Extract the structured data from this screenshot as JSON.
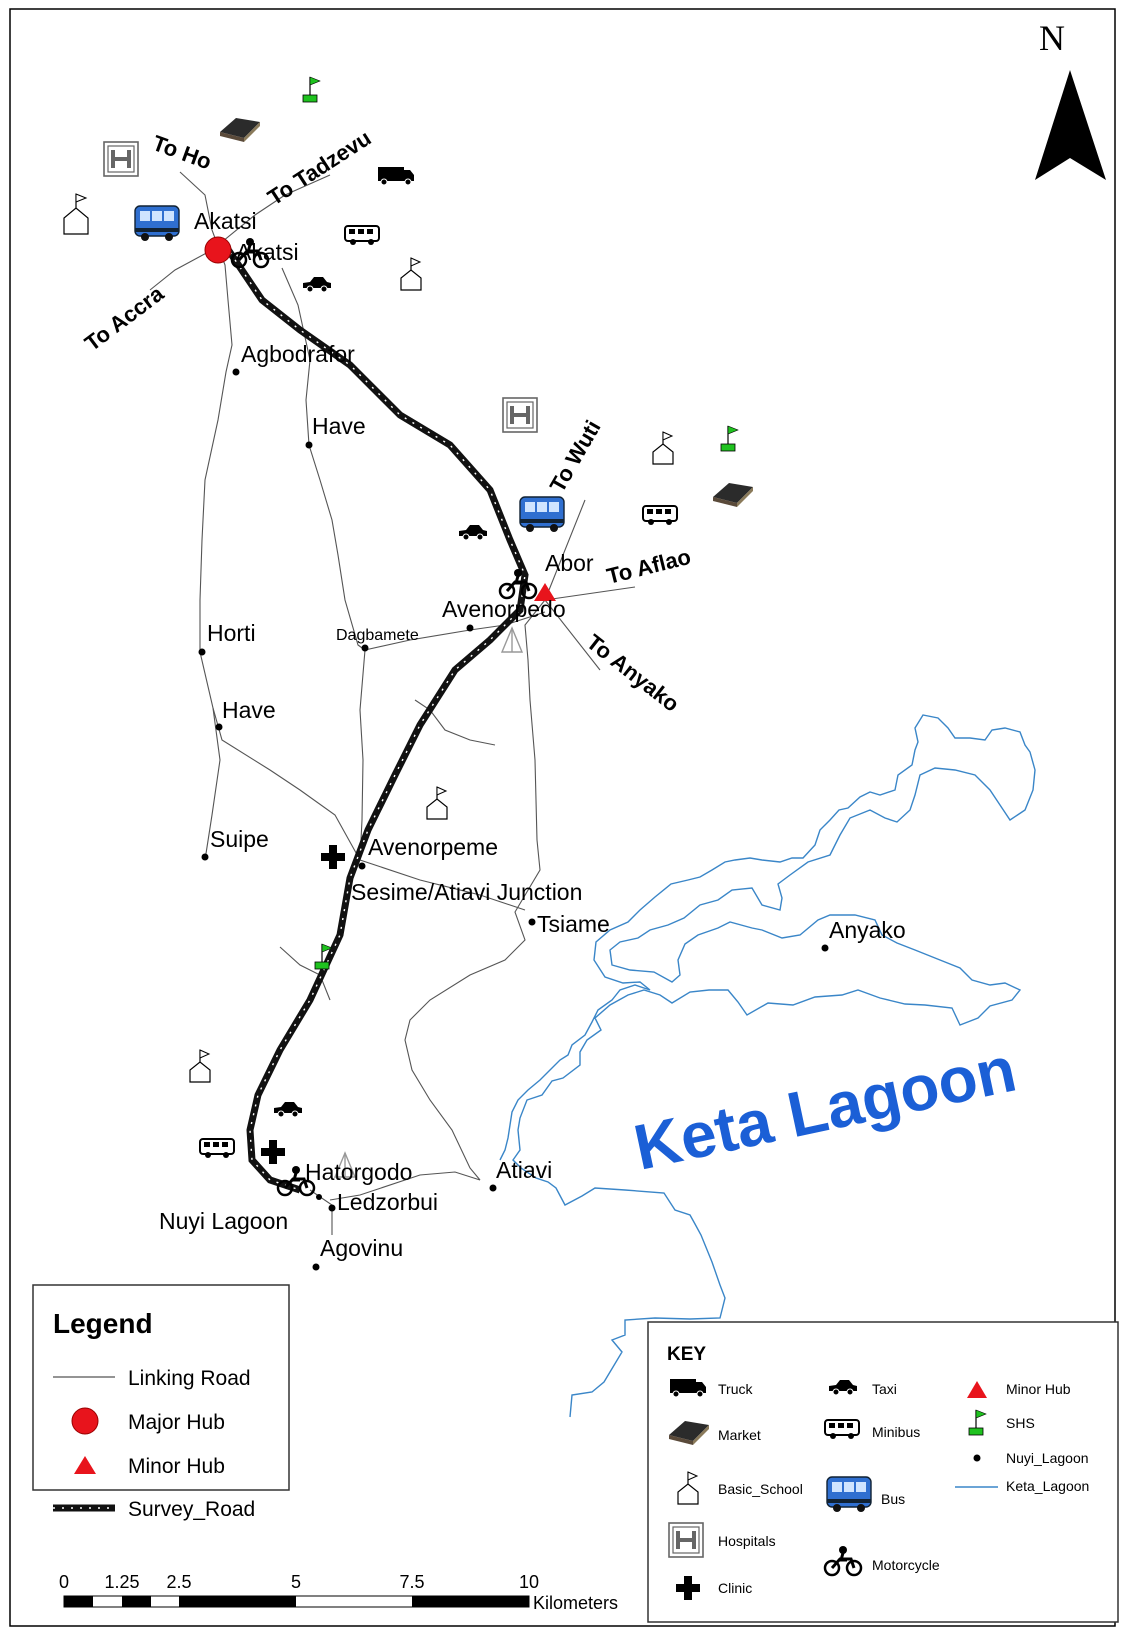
{
  "places": {
    "akatsi_1": "Akatsi",
    "akatsi_2": "Akatsi",
    "agbodrafor": "Agbodrafor",
    "have_1": "Have",
    "horti": "Horti",
    "dagbamete": "Dagbamete",
    "have_2": "Have",
    "suipe": "Suipe",
    "abor": "Abor",
    "avenorpedo": "Avenorpedo",
    "avenorpeme": "Avenorpeme",
    "sesime": "Sesime/Atiavi Junction",
    "tsiame": "Tsiame",
    "anyako": "Anyako",
    "hatorgodo": "Hatorgodo",
    "atiavi": "Atiavi",
    "nuyi_lagoon": "Nuyi Lagoon",
    "ledzorbui": "Ledzorbui",
    "agovinu": "Agovinu"
  },
  "directions": {
    "to_ho": "To Ho",
    "to_tadzevu": "To Tadzevu",
    "to_accra": "To Accra",
    "to_wuti": "To Wuti",
    "to_aflao": "To Aflao",
    "to_anyako": "To Anyako"
  },
  "lagoon_label": "Keta Lagoon",
  "north_label": "N",
  "legend": {
    "title": "Legend",
    "items": [
      "Linking Road",
      "Major Hub",
      "Minor Hub",
      "Survey_Road"
    ]
  },
  "key": {
    "title": "KEY",
    "col1": [
      "Truck",
      "Market",
      "Basic_School",
      "Hospitals",
      "Clinic"
    ],
    "col2": [
      "Taxi",
      "Minibus",
      "Bus",
      "Motorcycle"
    ],
    "col3": [
      "Minor Hub",
      "SHS",
      "Nuyi_Lagoon",
      "Keta_Lagoon"
    ]
  },
  "scale": {
    "ticks": [
      "0",
      "1.25",
      "2.5",
      "5",
      "7.5",
      "10"
    ],
    "unit": "Kilometers"
  },
  "colors": {
    "major_hub": "#e8141c",
    "minor_hub": "#e8141c",
    "lagoon_outline": "#3a86c8",
    "lagoon_text": "#1b5fd6",
    "shs_flag": "#1fc21f",
    "bus": "#2f6fd0"
  }
}
